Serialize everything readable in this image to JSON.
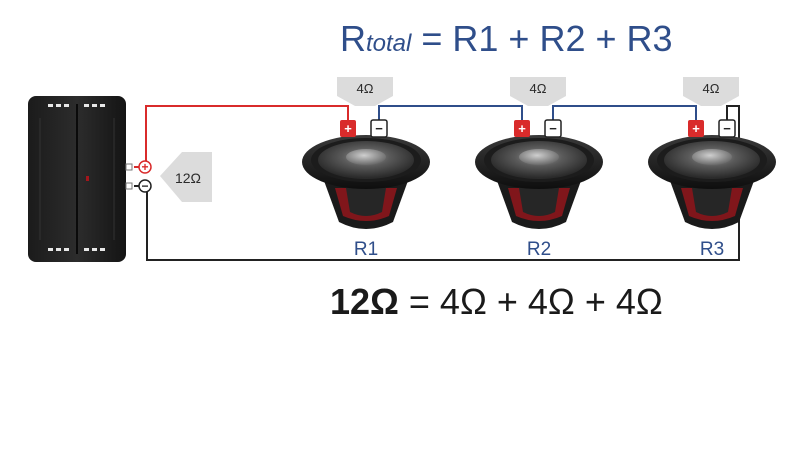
{
  "formula_top": {
    "r_main": "R",
    "r_sub": "total",
    "rest": " = R1 + R2 + R3"
  },
  "formula_bottom": {
    "lead": "12Ω",
    "rest": " = 4Ω + 4Ω + 4Ω"
  },
  "amplifier": {
    "total_label": "12Ω",
    "plus_symbol": "+",
    "minus_symbol": "−"
  },
  "speakers": [
    {
      "name": "R1",
      "impedance": "4Ω"
    },
    {
      "name": "R2",
      "impedance": "4Ω"
    },
    {
      "name": "R3",
      "impedance": "4Ω"
    }
  ],
  "colors": {
    "title": "#2f4e8a",
    "positive_wire": "#d92b2b",
    "series_wire": "#2f4e8a",
    "return_wire": "#222222",
    "label_tag": "#dcdcdc",
    "speaker_accent": "#a3161c"
  }
}
